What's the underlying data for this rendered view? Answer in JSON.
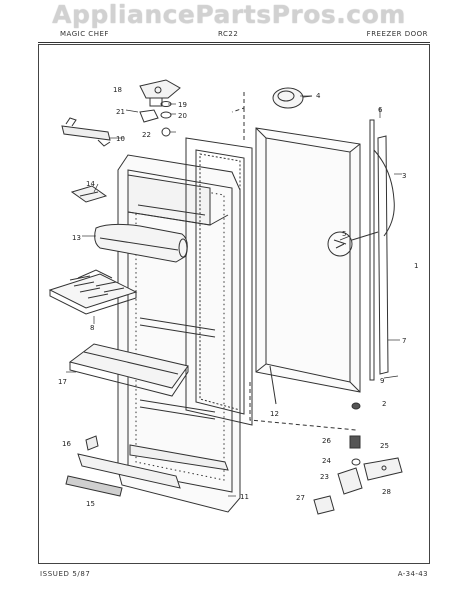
{
  "watermark": "AppliancePartsPros.com",
  "header": {
    "left": "MAGIC CHEF",
    "middle": "RC22",
    "right": "FREEZER DOOR"
  },
  "footer": {
    "issued": "ISSUED 5/87",
    "page_code": "A-34-43"
  },
  "callouts": {
    "c1": "1",
    "c2": "2",
    "c3": "3",
    "c4": "4",
    "c5": "5",
    "c6": "6",
    "c7": "7",
    "c8": "8",
    "c9": "9",
    "c10": "10",
    "c11": "11",
    "c12": "12",
    "c13": "13",
    "c14": "14",
    "c15": "15",
    "c16": "16",
    "c17": "17",
    "c18": "18",
    "c19": "19",
    "c20": "20",
    "c21": "21",
    "c22": "22",
    "c23": "23",
    "c24": "24",
    "c25": "25",
    "c26": "26",
    "c27": "27",
    "c28": "28"
  }
}
